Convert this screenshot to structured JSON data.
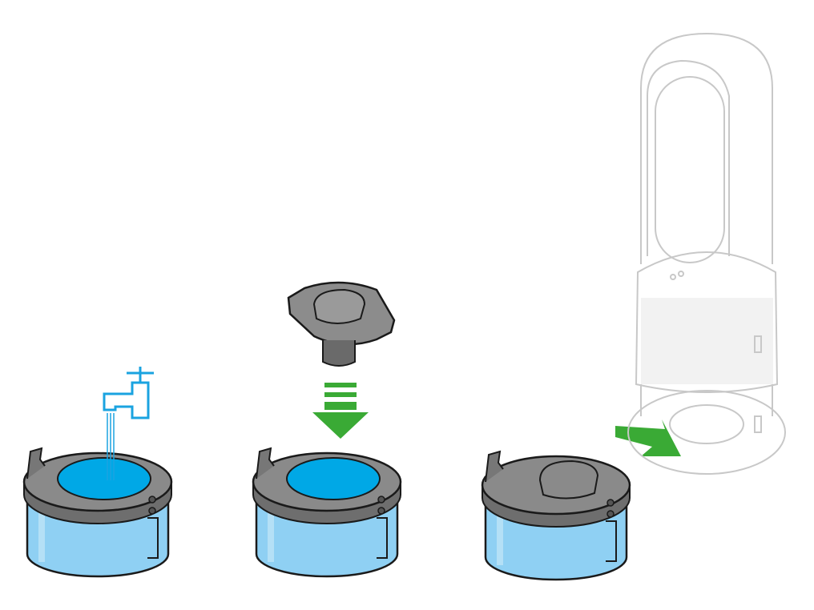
{
  "colors": {
    "water": "#00a8e6",
    "tank_body": "#8fd0f3",
    "tank_body_light": "#c4e7f8",
    "collar": "#7a7a7a",
    "collar_dark": "#5a5a5a",
    "cap": "#8c8c8c",
    "arrow": "#3aaa35",
    "faucet": "#1aa3e0",
    "outline": "#1a1a1a",
    "fan_outline": "#c8c8c8"
  },
  "steps": [
    {
      "name": "fill-tank"
    },
    {
      "name": "insert-cap"
    },
    {
      "name": "install-tank"
    }
  ]
}
